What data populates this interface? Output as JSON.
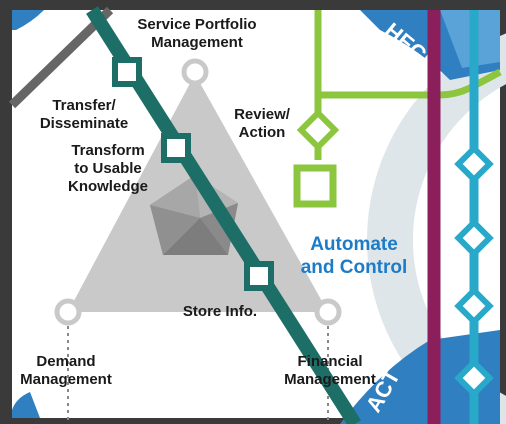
{
  "labels": {
    "service_portfolio_1": "Service Portfolio",
    "service_portfolio_2": "Management",
    "transfer_1": "Transfer/",
    "transfer_2": "Disseminate",
    "transform_1": "Transform",
    "transform_2": "to Usable",
    "transform_3": "Knowledge",
    "review_1": "Review/",
    "review_2": "Action",
    "automate_1": "Automate",
    "automate_2": "and Control",
    "store_info": "Store Info.",
    "demand_1": "Demand",
    "demand_2": "Management",
    "financial_1": "Financial",
    "financial_2": "Management",
    "ring_check": "HECK",
    "ring_act": "ACT"
  },
  "colors": {
    "teal_line": "#1d6e66",
    "green_line": "#8cc63f",
    "cyan_line": "#29a9c9",
    "purple_line": "#8b1f5c",
    "triangle": "#c9c9c9",
    "ring_blue": "#2f7fc1",
    "ring_light": "#dfe6ea"
  }
}
